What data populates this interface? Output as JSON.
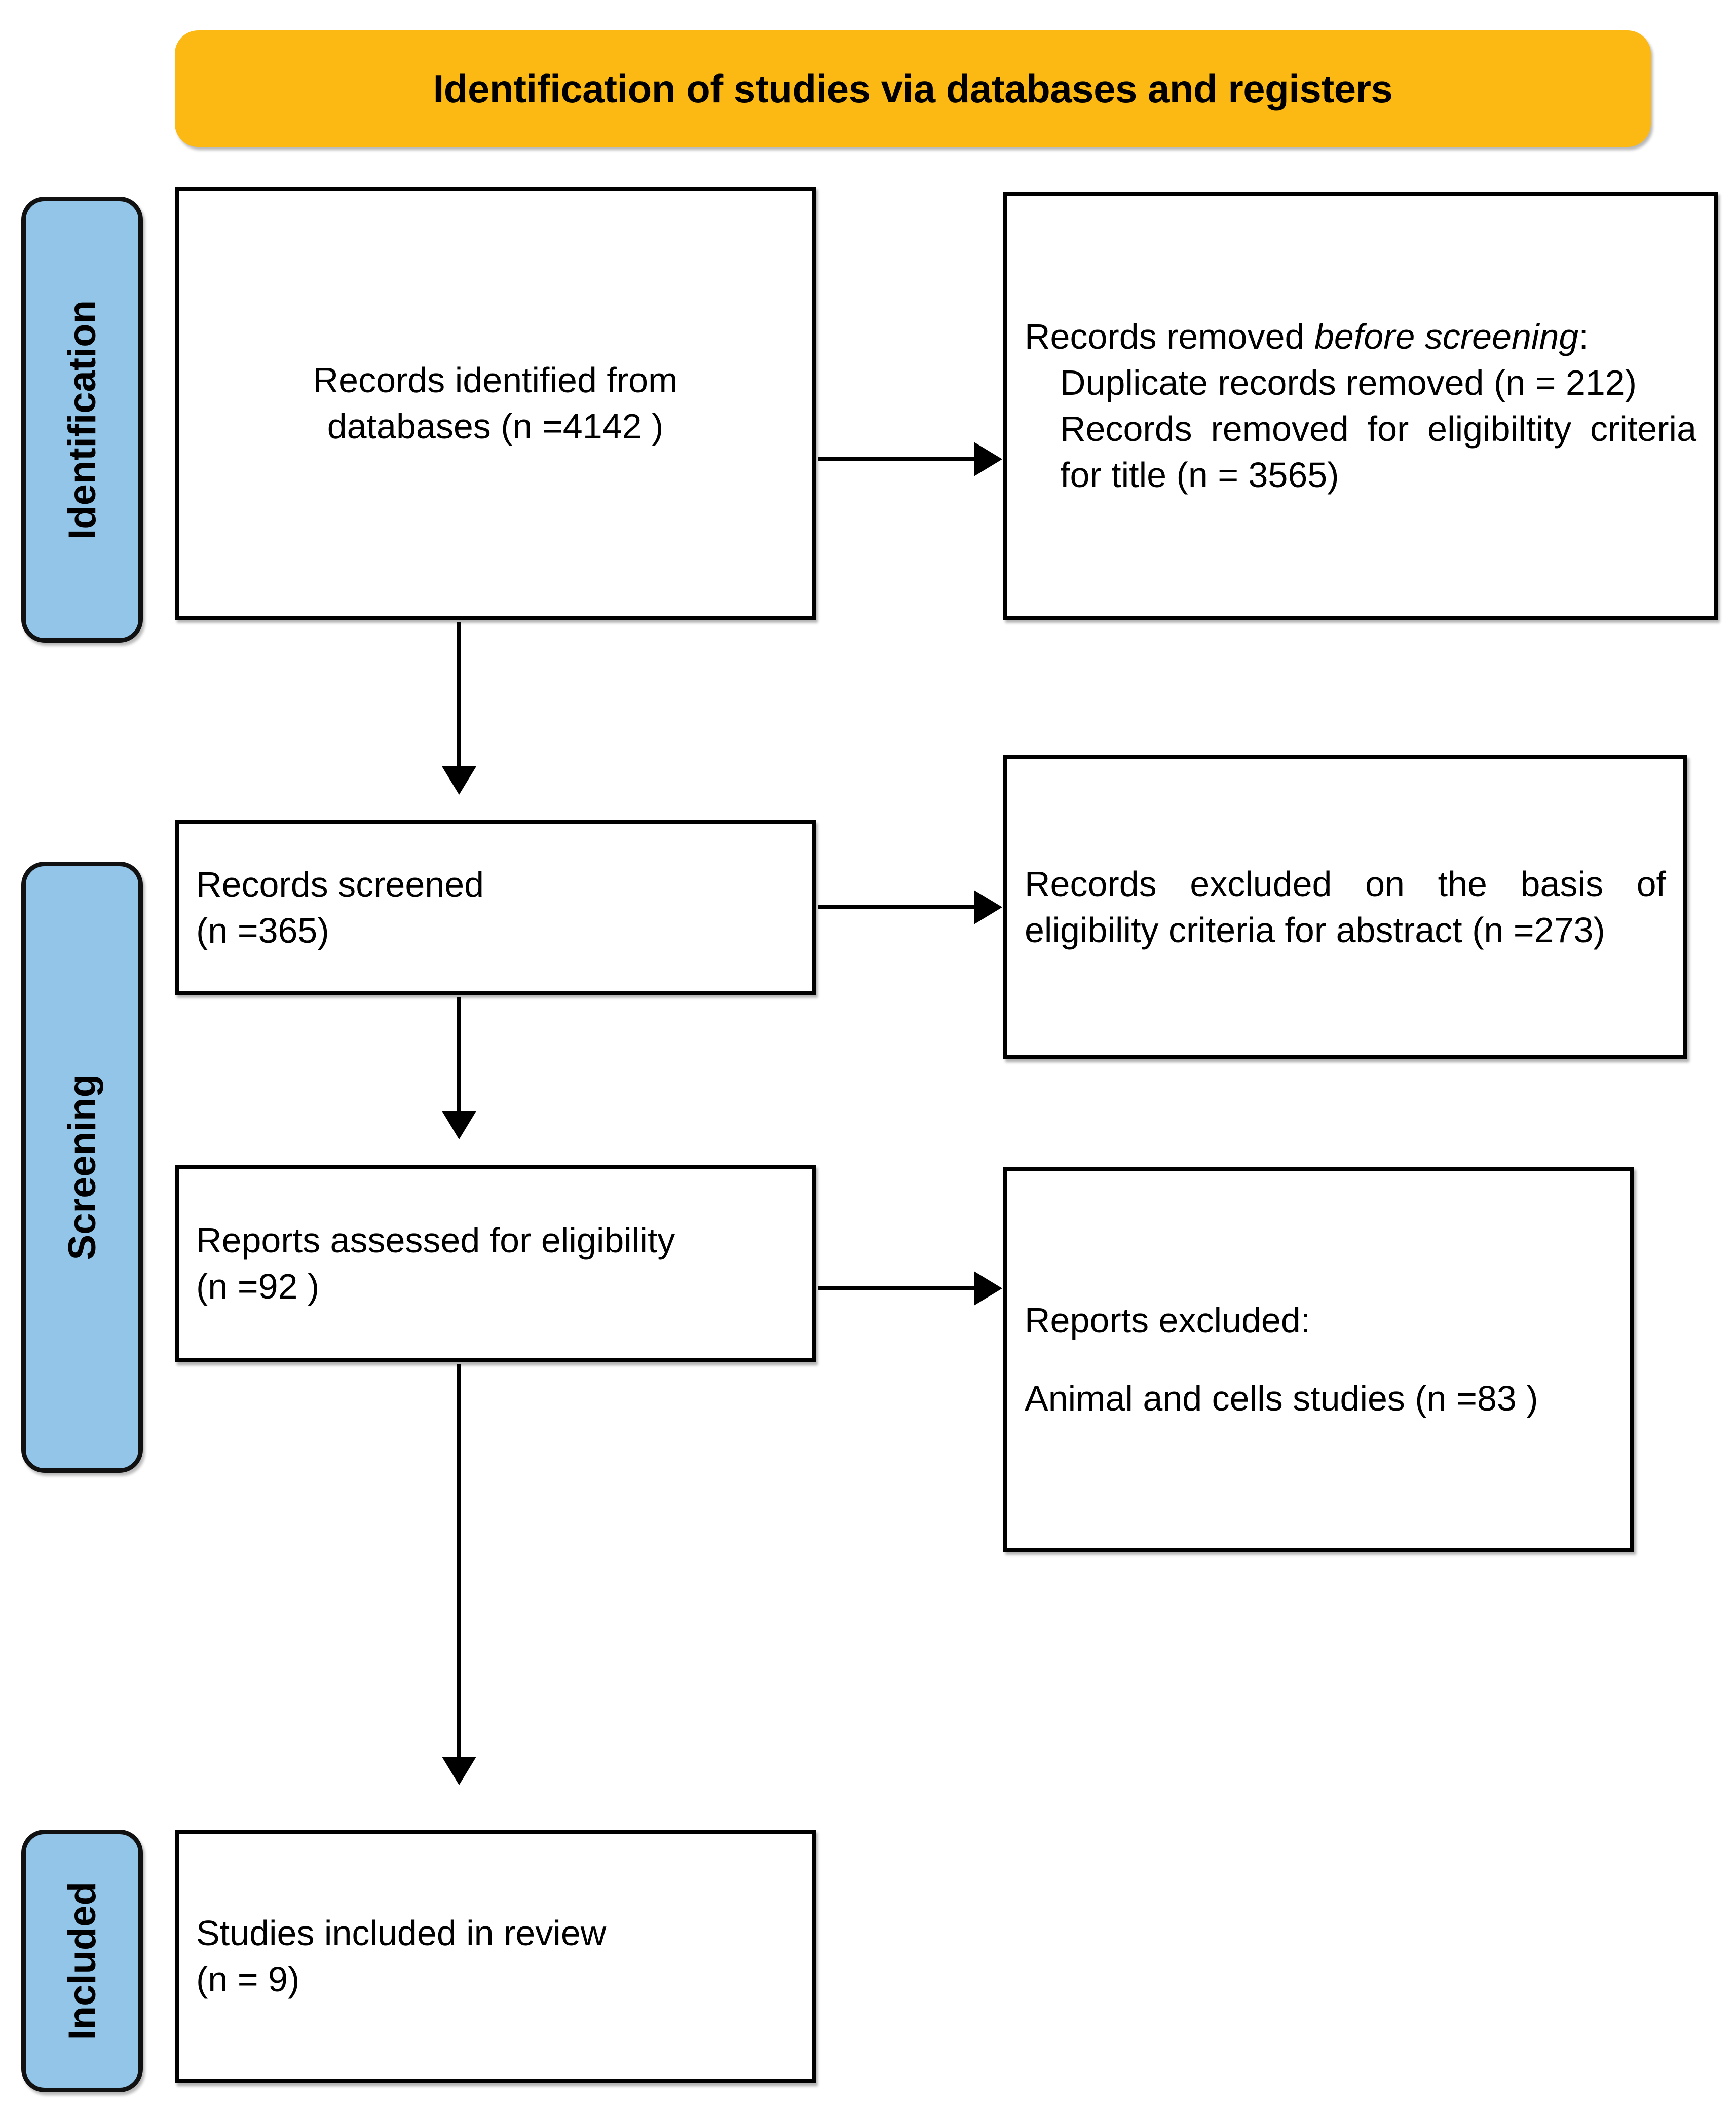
{
  "banner": {
    "title": "Identification of studies via databases and registers",
    "color": "#FDB913"
  },
  "sidebar": {
    "color": "#92C5E8",
    "stages": [
      {
        "label": "Identification"
      },
      {
        "label": "Screening"
      },
      {
        "label": "Included"
      }
    ]
  },
  "boxes": {
    "identified": {
      "line1": "Records identified from",
      "line2": "databases (n =4142 )"
    },
    "removed_before_screening": {
      "heading_prefix": "Records removed ",
      "heading_italic": "before screening",
      "heading_suffix": ":",
      "item1": "Duplicate records removed (n = 212)",
      "item2": "Records removed for eligibiltity criteria for title (n = 3565)"
    },
    "screened": {
      "line1": "Records screened",
      "line2": "(n =365)"
    },
    "excluded_abstract": {
      "line1": "Records excluded on the basis of eligibility criteria for abstract (n =273)"
    },
    "assessed": {
      "line1": "Reports assessed for eligibility",
      "line2": "(n =92 )"
    },
    "reports_excluded": {
      "line1": "Reports excluded:",
      "line2": "Animal and cells studies (n =83 )"
    },
    "included": {
      "line1": "Studies included in review",
      "line2": "(n = 9)"
    }
  },
  "flow": {
    "arrows": [
      {
        "name": "identified-to-removed",
        "direction": "right"
      },
      {
        "name": "identified-to-screened",
        "direction": "down"
      },
      {
        "name": "screened-to-excluded-abstract",
        "direction": "right"
      },
      {
        "name": "screened-to-assessed",
        "direction": "down"
      },
      {
        "name": "assessed-to-reports-excluded",
        "direction": "right"
      },
      {
        "name": "assessed-to-included",
        "direction": "down"
      }
    ]
  }
}
